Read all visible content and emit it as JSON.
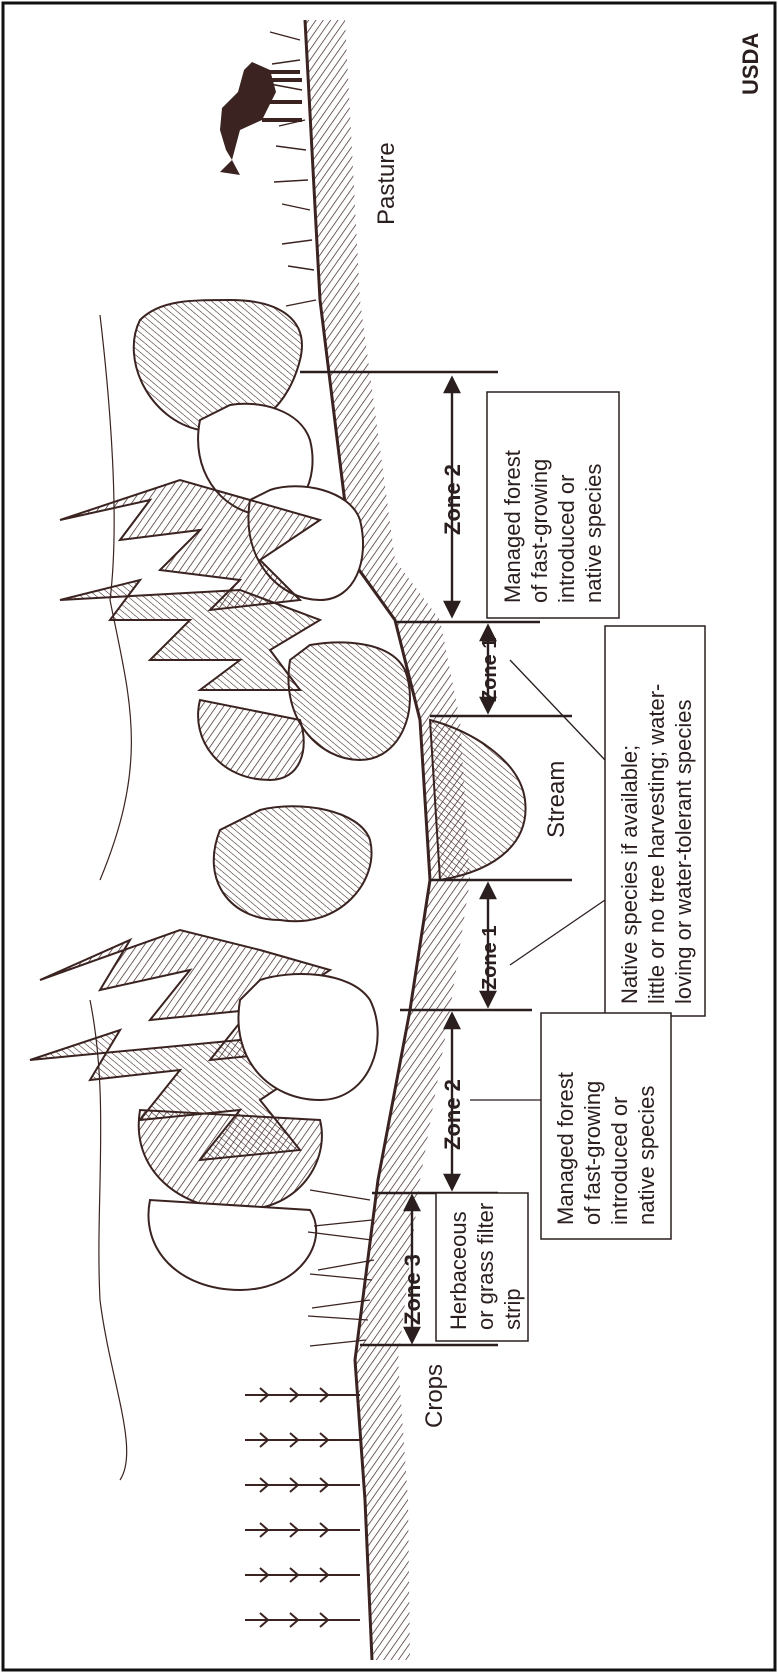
{
  "credit": "USDA",
  "colors": {
    "ink": "#3a2320",
    "border": "#111111",
    "background": "#ffffff"
  },
  "labels": {
    "pasture": "Pasture",
    "crops": "Crops",
    "stream": "Stream"
  },
  "zones": [
    {
      "id": "zone3",
      "label": "Zone 3"
    },
    {
      "id": "zone2_left",
      "label": "Zone 2"
    },
    {
      "id": "zone1_left",
      "label": "Zone 1"
    },
    {
      "id": "zone1_right",
      "label": "Zone 1"
    },
    {
      "id": "zone2_right",
      "label": "Zone 2"
    }
  ],
  "callouts": {
    "zone3_desc": [
      "Herbaceous",
      "or grass filter",
      "strip"
    ],
    "zone2_left_desc": [
      "Managed forest",
      "of fast-growing",
      "introduced or",
      "native species"
    ],
    "zone1_desc": [
      "Native species if available;",
      "little or no tree harvesting; water-",
      "loving or water-tolerant species"
    ],
    "zone2_right_desc": [
      "Managed forest",
      "of fast-growing",
      "introduced or",
      "native species"
    ]
  }
}
